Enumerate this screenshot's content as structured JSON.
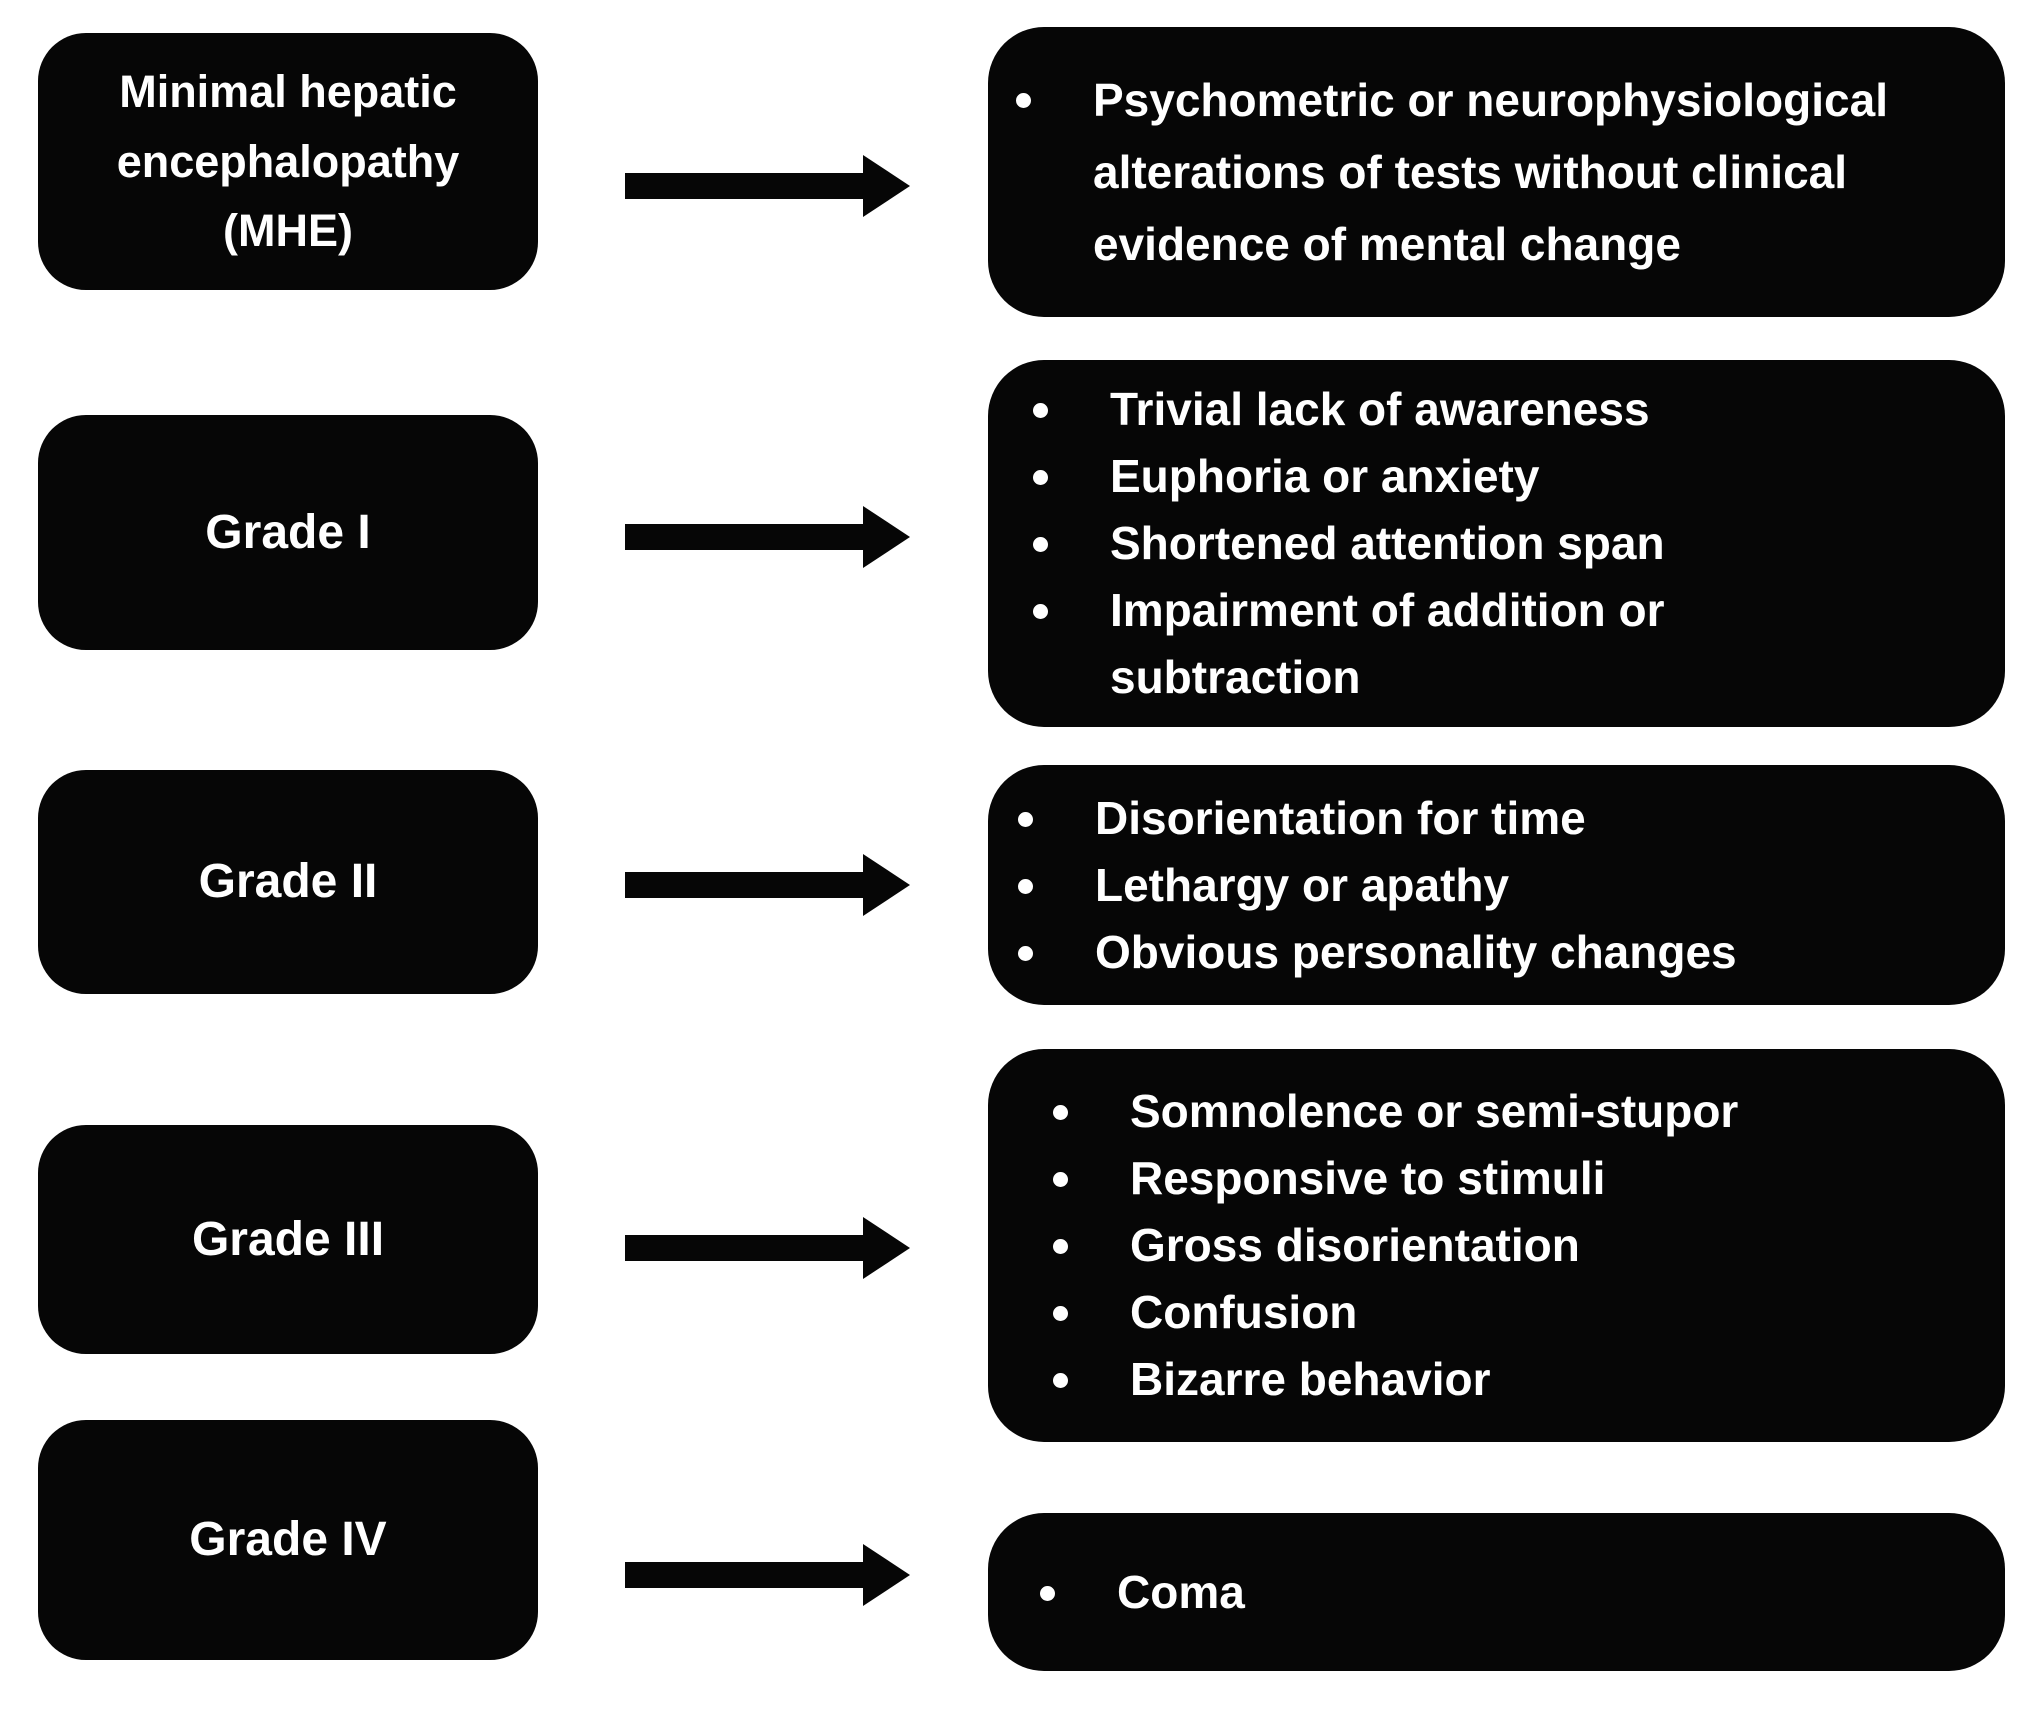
{
  "colors": {
    "box": "#060606",
    "text": "#ffffff",
    "arrow": "#060606",
    "background": "#ffffff"
  },
  "rows": [
    {
      "label": "Minimal hepatic encephalopathy (MHE)",
      "symptoms": [
        "Psychometric or neurophysiological alterations of tests without clinical evidence of mental change"
      ]
    },
    {
      "label": "Grade I",
      "symptoms": [
        "Trivial lack of awareness",
        "Euphoria or anxiety",
        "Shortened attention span",
        "Impairment of addition or subtraction"
      ]
    },
    {
      "label": "Grade II",
      "symptoms": [
        "Disorientation for time",
        "Lethargy or apathy",
        "Obvious personality changes"
      ]
    },
    {
      "label": "Grade III",
      "symptoms": [
        "Somnolence or semi-stupor",
        "Responsive to stimuli",
        "Gross disorientation",
        "Confusion",
        "Bizarre behavior"
      ]
    },
    {
      "label": "Grade IV",
      "symptoms": [
        "Coma"
      ]
    }
  ]
}
